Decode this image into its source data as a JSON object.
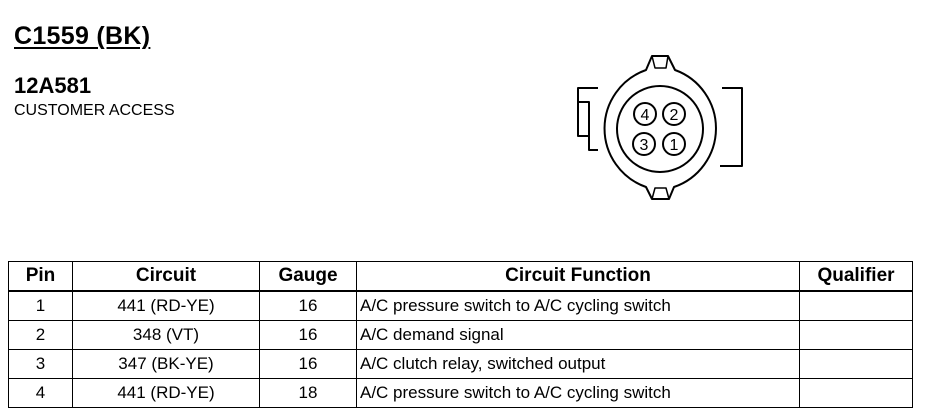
{
  "connector": {
    "id": "C1559 (BK)",
    "part_number": "12A581",
    "location": "CUSTOMER ACCESS",
    "pin_labels": [
      "4",
      "2",
      "3",
      "1"
    ]
  },
  "table": {
    "headers": [
      "Pin",
      "Circuit",
      "Gauge",
      "Circuit Function",
      "Qualifier"
    ],
    "rows": [
      [
        "1",
        "441 (RD-YE)",
        "16",
        "A/C pressure switch to A/C cycling switch",
        ""
      ],
      [
        "2",
        "348 (VT)",
        "16",
        "A/C demand signal",
        ""
      ],
      [
        "3",
        "347 (BK-YE)",
        "16",
        "A/C clutch relay, switched output",
        ""
      ],
      [
        "4",
        "441 (RD-YE)",
        "18",
        "A/C pressure switch to A/C cycling switch",
        ""
      ]
    ]
  }
}
